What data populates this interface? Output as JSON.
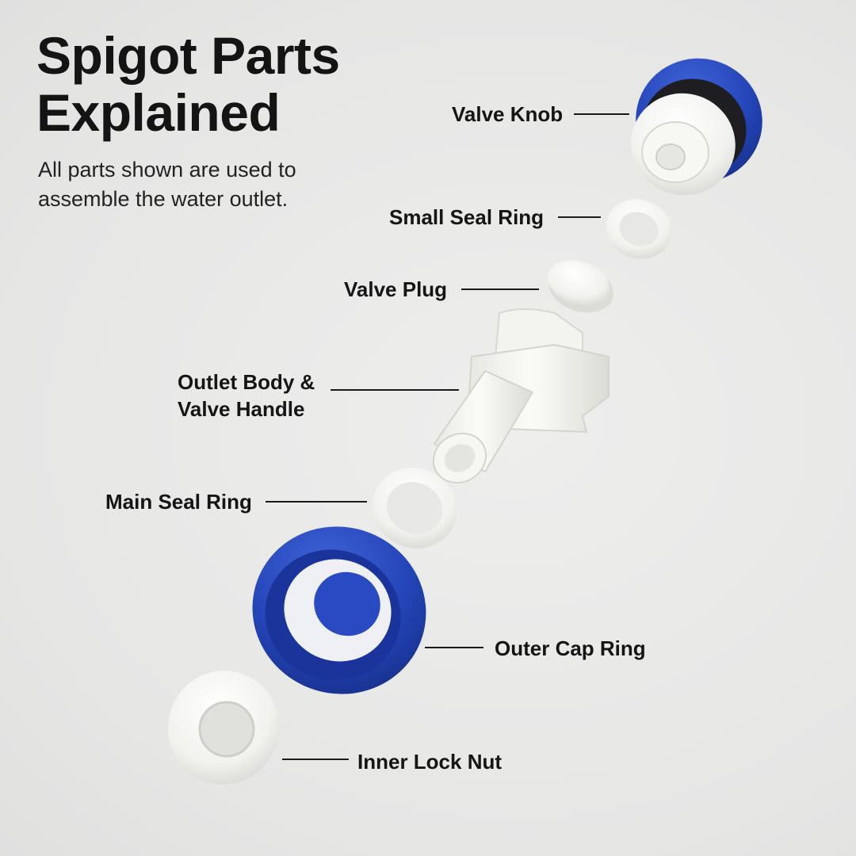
{
  "title": {
    "line1": "Spigot Parts",
    "line2": "Explained"
  },
  "subtitle": {
    "line1": "All parts shown are used to",
    "line2": "assemble the water outlet."
  },
  "labels": {
    "valve_knob": "Valve Knob",
    "small_seal_ring": "Small Seal Ring",
    "valve_plug": "Valve Plug",
    "outlet_body_line1": "Outlet Body &",
    "outlet_body_line2": "Valve Handle",
    "main_seal_ring": "Main Seal Ring",
    "outer_cap_ring": "Outer Cap Ring",
    "inner_lock_nut": "Inner Lock Nut"
  },
  "colors": {
    "cap_blue": "#2445b8",
    "part_white": "#f4f4f2",
    "background": "#e9e9e8"
  }
}
